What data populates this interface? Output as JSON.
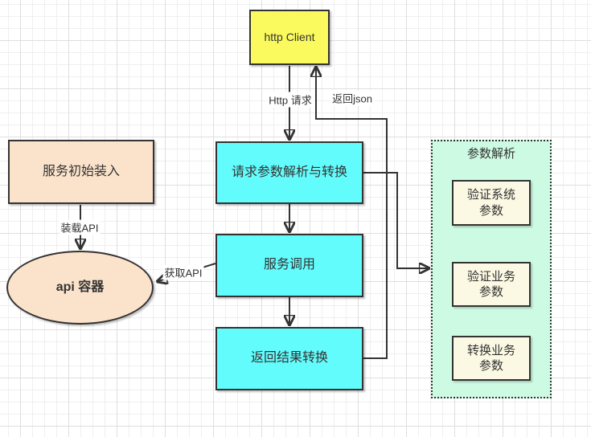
{
  "diagram": {
    "nodes": {
      "http_client": {
        "label": "http Client",
        "fill": "#fafa5e"
      },
      "request_parse": {
        "label": "请求参数解析与转换",
        "fill": "#63fcfc"
      },
      "service_call": {
        "label": "服务调用",
        "fill": "#63fcfc"
      },
      "result_convert": {
        "label": "返回结果转换",
        "fill": "#63fcfc"
      },
      "service_init": {
        "label": "服务初始装入",
        "fill": "#fbe3cb"
      },
      "api_container": {
        "label": "api 容器",
        "fill": "#fbe3cb"
      },
      "param_group": {
        "title": "参数解析",
        "fill": "#cdfae2"
      },
      "verify_system": {
        "label": "验证系统参数",
        "lines": [
          "验证系统",
          "参数"
        ],
        "fill": "#fbf9e3"
      },
      "verify_business": {
        "label": "验证业务参数",
        "lines": [
          "验证业务",
          "参数"
        ],
        "fill": "#fbf9e3"
      },
      "convert_business": {
        "label": "转换业务参数",
        "lines": [
          "转换业务",
          "参数"
        ],
        "fill": "#fbf9e3"
      }
    },
    "edge_labels": {
      "http_request": "Http 请求",
      "return_json": "返回json",
      "load_api": "装载API",
      "get_api": "获取API"
    },
    "colors": {
      "stroke": "#333333",
      "text": "#333333",
      "grid_minor": "#efefef",
      "grid_major": "#dfdfdf",
      "background": "#ffffff"
    }
  }
}
